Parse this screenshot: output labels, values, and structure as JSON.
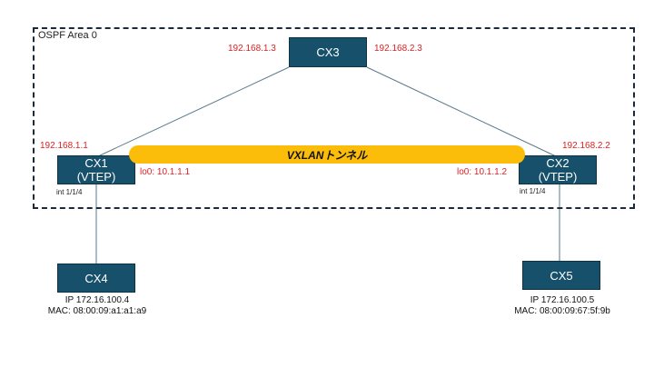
{
  "area": {
    "label": "OSPF Area 0"
  },
  "tunnel": {
    "label": "VXLANトンネル"
  },
  "nodes": {
    "cx3": {
      "label": "CX3"
    },
    "cx1": {
      "label": "CX1",
      "sublabel": "(VTEP)"
    },
    "cx2": {
      "label": "CX2",
      "sublabel": "(VTEP)"
    },
    "cx4": {
      "label": "CX4"
    },
    "cx5": {
      "label": "CX5"
    }
  },
  "links": {
    "cx3_to_cx1": {
      "cx3_ip": "192.168.1.3",
      "cx1_ip": "192.168.1.1"
    },
    "cx3_to_cx2": {
      "cx3_ip": "192.168.2.3",
      "cx2_ip": "192.168.2.2"
    }
  },
  "loopbacks": {
    "cx1": "lo0: 10.1.1.1",
    "cx2": "lo0: 10.1.1.2"
  },
  "interfaces": {
    "cx1": "int 1/1/4",
    "cx2": "int 1/1/4"
  },
  "hosts": {
    "cx4": {
      "ip": "IP 172.16.100.4",
      "mac": "MAC: 08:00:09:a1:a1:a9"
    },
    "cx5": {
      "ip": "IP 172.16.100.5",
      "mac": "MAC: 08:00:09:67:5f:9b"
    }
  },
  "colors": {
    "node_fill": "#17506b",
    "ip_text": "#e02020",
    "tunnel": "#fbbd0a",
    "line": "#5a7a8c"
  }
}
